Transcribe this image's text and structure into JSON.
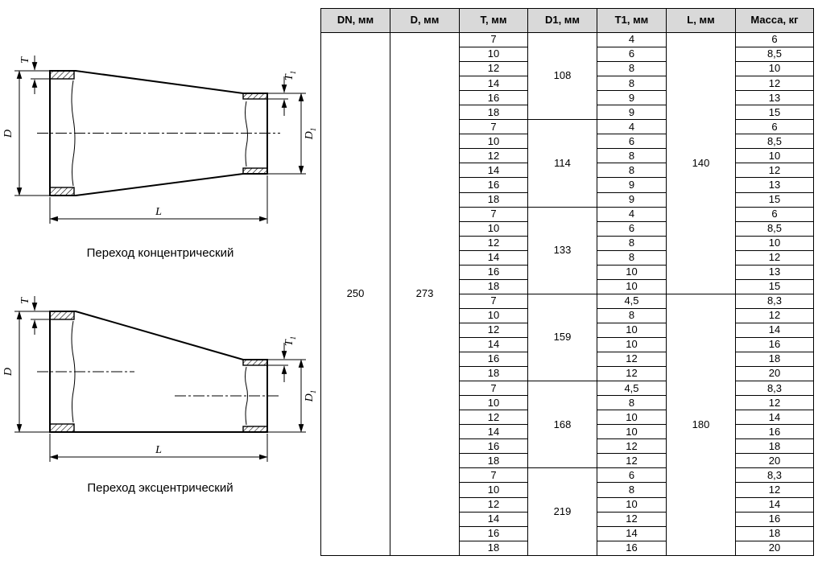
{
  "drawings": {
    "concentric": {
      "caption": "Переход концентрический"
    },
    "eccentric": {
      "caption": "Переход эксцентрический"
    },
    "labels": {
      "t": "T",
      "t1_base": "T",
      "t1_sub": "1",
      "d": "D",
      "d1_base": "D",
      "d1_sub": "1",
      "l": "L"
    }
  },
  "table": {
    "headers": [
      "DN, мм",
      "D, мм",
      "T, мм",
      "D1, мм",
      "T1, мм",
      "L, мм",
      "Масса, кг"
    ],
    "dn": "250",
    "d": "273",
    "l_values": [
      "140",
      "180"
    ],
    "groups": [
      {
        "d1": "108",
        "rows": [
          {
            "t": "7",
            "t1": "4",
            "m": "6"
          },
          {
            "t": "10",
            "t1": "6",
            "m": "8,5"
          },
          {
            "t": "12",
            "t1": "8",
            "m": "10"
          },
          {
            "t": "14",
            "t1": "8",
            "m": "12"
          },
          {
            "t": "16",
            "t1": "9",
            "m": "13"
          },
          {
            "t": "18",
            "t1": "9",
            "m": "15"
          }
        ]
      },
      {
        "d1": "114",
        "rows": [
          {
            "t": "7",
            "t1": "4",
            "m": "6"
          },
          {
            "t": "10",
            "t1": "6",
            "m": "8,5"
          },
          {
            "t": "12",
            "t1": "8",
            "m": "10"
          },
          {
            "t": "14",
            "t1": "8",
            "m": "12"
          },
          {
            "t": "16",
            "t1": "9",
            "m": "13"
          },
          {
            "t": "18",
            "t1": "9",
            "m": "15"
          }
        ]
      },
      {
        "d1": "133",
        "rows": [
          {
            "t": "7",
            "t1": "4",
            "m": "6"
          },
          {
            "t": "10",
            "t1": "6",
            "m": "8,5"
          },
          {
            "t": "12",
            "t1": "8",
            "m": "10"
          },
          {
            "t": "14",
            "t1": "8",
            "m": "12"
          },
          {
            "t": "16",
            "t1": "10",
            "m": "13"
          },
          {
            "t": "18",
            "t1": "10",
            "m": "15"
          }
        ]
      },
      {
        "d1": "159",
        "rows": [
          {
            "t": "7",
            "t1": "4,5",
            "m": "8,3"
          },
          {
            "t": "10",
            "t1": "8",
            "m": "12"
          },
          {
            "t": "12",
            "t1": "10",
            "m": "14"
          },
          {
            "t": "14",
            "t1": "10",
            "m": "16"
          },
          {
            "t": "16",
            "t1": "12",
            "m": "18"
          },
          {
            "t": "18",
            "t1": "12",
            "m": "20"
          }
        ]
      },
      {
        "d1": "168",
        "rows": [
          {
            "t": "7",
            "t1": "4,5",
            "m": "8,3"
          },
          {
            "t": "10",
            "t1": "8",
            "m": "12"
          },
          {
            "t": "12",
            "t1": "10",
            "m": "14"
          },
          {
            "t": "14",
            "t1": "10",
            "m": "16"
          },
          {
            "t": "16",
            "t1": "12",
            "m": "18"
          },
          {
            "t": "18",
            "t1": "12",
            "m": "20"
          }
        ]
      },
      {
        "d1": "219",
        "rows": [
          {
            "t": "7",
            "t1": "6",
            "m": "8,3"
          },
          {
            "t": "10",
            "t1": "8",
            "m": "12"
          },
          {
            "t": "12",
            "t1": "10",
            "m": "14"
          },
          {
            "t": "14",
            "t1": "12",
            "m": "16"
          },
          {
            "t": "16",
            "t1": "14",
            "m": "18"
          },
          {
            "t": "18",
            "t1": "16",
            "m": "20"
          }
        ]
      }
    ]
  }
}
